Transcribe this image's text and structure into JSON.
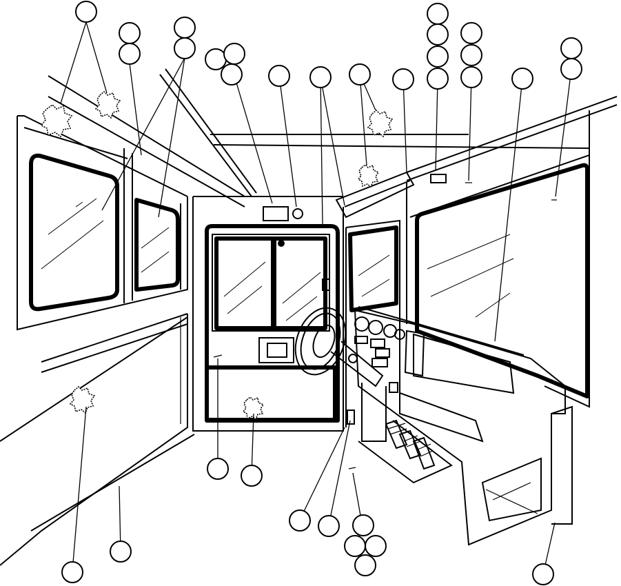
{
  "figure": {
    "callout_count": 36,
    "palette": {
      "ink": "#000000",
      "paper": "#ffffff"
    },
    "icons": [
      "callout-circle",
      "hazard-marker"
    ]
  }
}
